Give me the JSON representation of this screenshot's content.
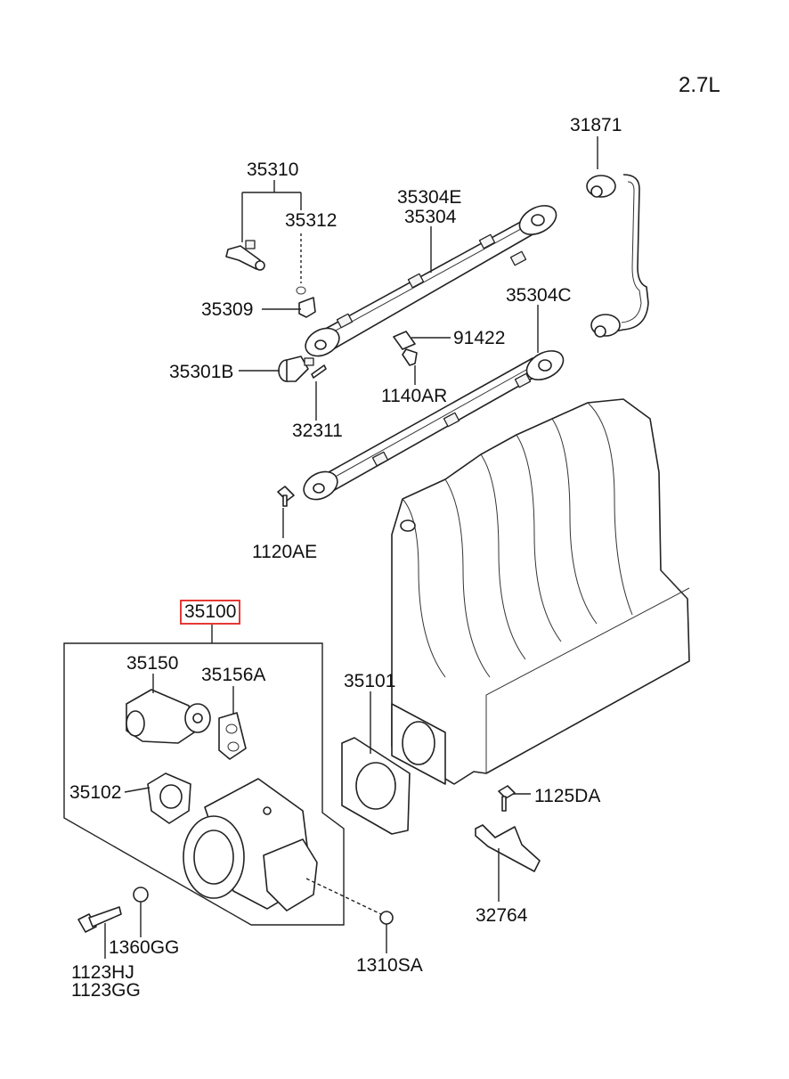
{
  "engine": "2.7L",
  "highlight_color": "#e53935",
  "labels": {
    "p31871": "31871",
    "p35310": "35310",
    "p35312": "35312",
    "p35304E": "35304E",
    "p35304": "35304",
    "p35309": "35309",
    "p35304C": "35304C",
    "p91422": "91422",
    "p35301B": "35301B",
    "p1140AR": "1140AR",
    "p32311": "32311",
    "p1120AE": "1120AE",
    "p35100": "35100",
    "p35150": "35150",
    "p35156A": "35156A",
    "p35101": "35101",
    "p35102": "35102",
    "p1125DA": "1125DA",
    "p32764": "32764",
    "p1360GG": "1360GG",
    "p1123HJ": "1123HJ",
    "p1123GG": "1123GG",
    "p1310SA": "1310SA"
  }
}
